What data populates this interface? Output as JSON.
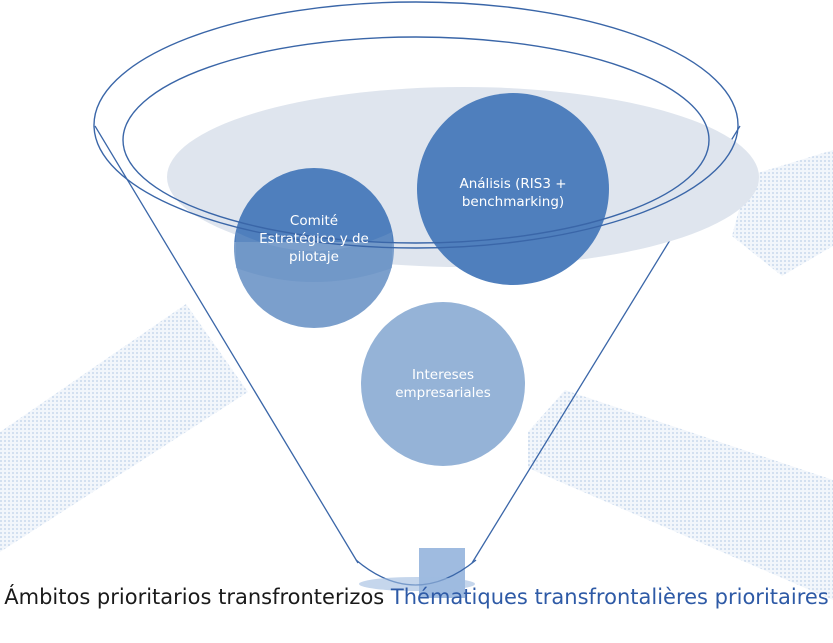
{
  "diagram": {
    "type": "funnel",
    "colors": {
      "outline": "#3a66a8",
      "inner_plate": "#dfe5ee",
      "circle_dark": "#4f7fbd",
      "circle_light": "#95b3d7",
      "band_pattern": "#e3ecf7",
      "spout": "#9fbbe0"
    },
    "circles": [
      {
        "id": "comite",
        "text": "Comité Estratégico y de pilotaje"
      },
      {
        "id": "analisis",
        "text": "Análisis (RIS3 + benchmarking)"
      },
      {
        "id": "intereses",
        "text": "Intereses empresariales"
      }
    ],
    "caption": {
      "es": "Ámbitos prioritarios transfronterizos",
      "fr": "Thématiques transfrontalières prioritaires"
    }
  }
}
